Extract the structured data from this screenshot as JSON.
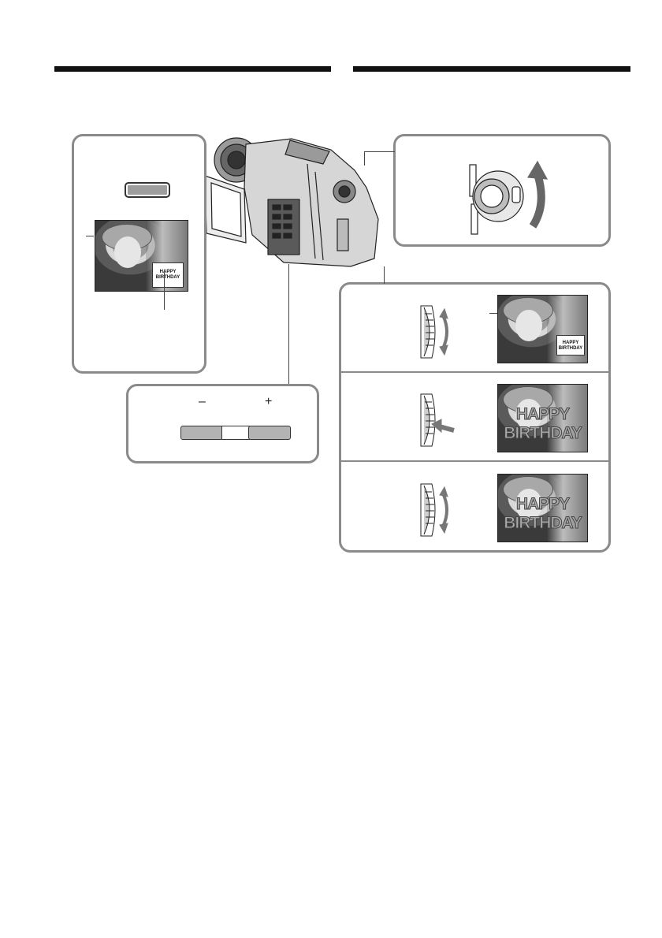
{
  "panels": {
    "minus_plus": {
      "minus": "–",
      "plus": "+"
    },
    "photo_small": {
      "text": "HAPPY BIRTHDAY"
    },
    "photo_a": {
      "text": "HAPPY BIRTHDAY"
    },
    "photo_b": {
      "line1": "HAPPY",
      "line2": "BIRTHDAY"
    },
    "photo_c": {
      "line1": "HAPPY",
      "line2": "BIRTHDAY"
    }
  },
  "colors": {
    "panel_border": "#8a8a8a",
    "rule": "#111111",
    "button": "#b3b3b3"
  }
}
